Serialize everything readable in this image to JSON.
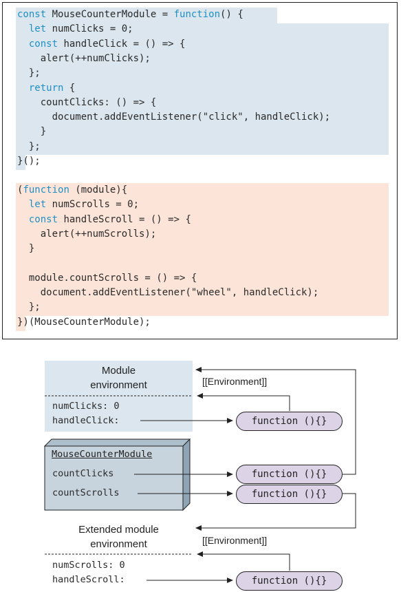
{
  "code": {
    "module_lines": [
      [
        [
          "kw",
          "const"
        ],
        [
          "t",
          " MouseCounterModule = "
        ],
        [
          "kw",
          "function"
        ],
        [
          "t",
          "() {"
        ]
      ],
      [
        [
          "t",
          "  "
        ],
        [
          "kw",
          "let"
        ],
        [
          "t",
          " numClicks = 0;"
        ]
      ],
      [
        [
          "t",
          "  "
        ],
        [
          "kw",
          "const"
        ],
        [
          "t",
          " handleClick = () => {"
        ]
      ],
      [
        [
          "t",
          "    alert(++numClicks);"
        ]
      ],
      [
        [
          "t",
          "  };"
        ]
      ],
      [
        [
          "t",
          "  "
        ],
        [
          "kw",
          "return"
        ],
        [
          "t",
          " {"
        ]
      ],
      [
        [
          "t",
          "    countClicks: () => {"
        ]
      ],
      [
        [
          "t",
          "      document.addEventListener(\"click\", handleClick);"
        ]
      ],
      [
        [
          "t",
          "    }"
        ]
      ],
      [
        [
          "t",
          "  };"
        ]
      ],
      [
        [
          "t",
          "}();"
        ]
      ]
    ],
    "extension_lines": [
      [
        [
          "t",
          "("
        ],
        [
          "kw",
          "function"
        ],
        [
          "t",
          " (module){"
        ]
      ],
      [
        [
          "t",
          "  "
        ],
        [
          "kw",
          "let"
        ],
        [
          "t",
          " numScrolls = 0;"
        ]
      ],
      [
        [
          "t",
          "  "
        ],
        [
          "kw",
          "const"
        ],
        [
          "t",
          " handleScroll = () => {"
        ]
      ],
      [
        [
          "t",
          "    alert(++numScrolls);"
        ]
      ],
      [
        [
          "t",
          "  }"
        ]
      ],
      [
        [
          "t",
          ""
        ]
      ],
      [
        [
          "t",
          "  module.countScrolls = () => {"
        ]
      ],
      [
        [
          "t",
          "    document.addEventListener(\"wheel\", handleClick);"
        ]
      ],
      [
        [
          "t",
          "  };"
        ]
      ],
      [
        [
          "t",
          "})(MouseCounterModule);"
        ]
      ]
    ]
  },
  "diagram": {
    "module_env": {
      "title_line1": "Module",
      "title_line2": "environment",
      "var1": "numClicks: 0",
      "var2": "handleClick:"
    },
    "module_object": {
      "name": "MouseCounterModule",
      "prop1": "countClicks",
      "prop2": "countScrolls"
    },
    "extended_env": {
      "title_line1": "Extended module",
      "title_line2": "environment",
      "var1": "numScrolls: 0",
      "var2": "handleScroll:"
    },
    "function_label": "function (){}",
    "environment_tag": "[[Environment]]",
    "colors": {
      "module_blue": "#dbe6ef",
      "extended_orange": "#fde4d8",
      "function_purple": "#dcd3e6",
      "object_box": "#c7d4de",
      "keyword_blue": "#1f8fc6"
    }
  }
}
